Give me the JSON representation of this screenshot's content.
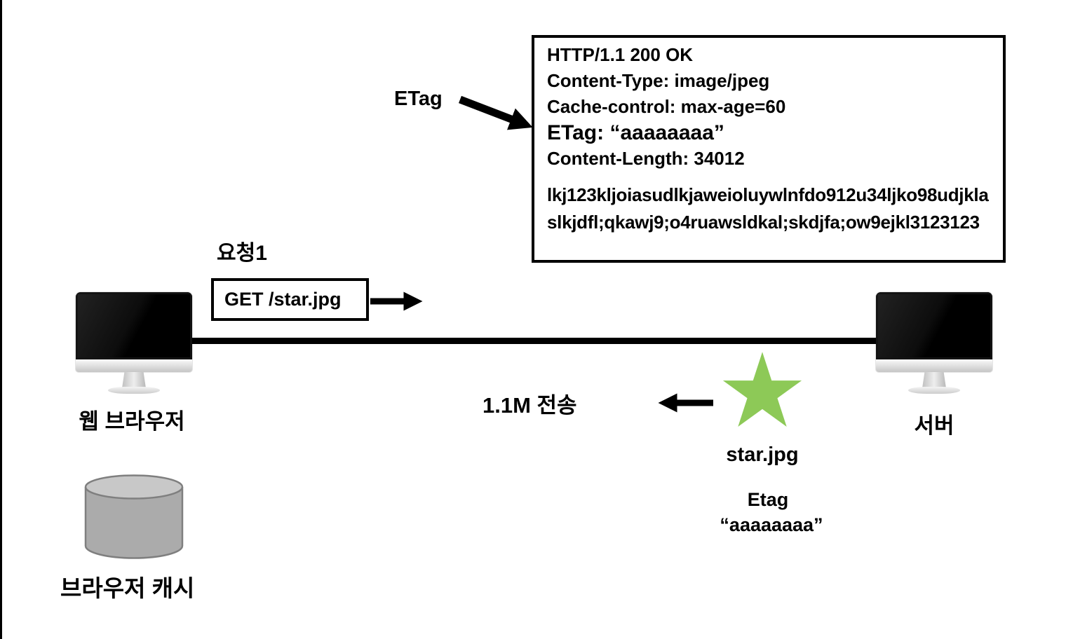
{
  "response_box": {
    "headers": [
      "HTTP/1.1 200 OK",
      "Content-Type: image/jpeg",
      "Cache-control: max-age=60",
      "ETag: “aaaaaaaa”",
      "Content-Length: 34012"
    ],
    "body": "lkj123kljoiasudlkjaweioluywlnfdo912u34ljko98udjklaslkjdfl;qkawj9;o4ruawsldkal;skdjfa;ow9ejkl3123123"
  },
  "labels": {
    "etag_pointer": "ETag",
    "request1": "요청1",
    "get_request": "GET /star.jpg",
    "browser": "웹 브라우저",
    "server": "서버",
    "transfer": "1.1M 전송",
    "star_filename": "star.jpg",
    "star_etag_title": "Etag",
    "star_etag_value": "“aaaaaaaa”",
    "browser_cache": "브라우저 캐시"
  },
  "colors": {
    "star_green": "#8DC957",
    "cylinder_body": "#ABABAB",
    "cylinder_top": "#C8C8C8",
    "cylinder_stroke": "#7F7F7F",
    "ink": "#000000"
  }
}
